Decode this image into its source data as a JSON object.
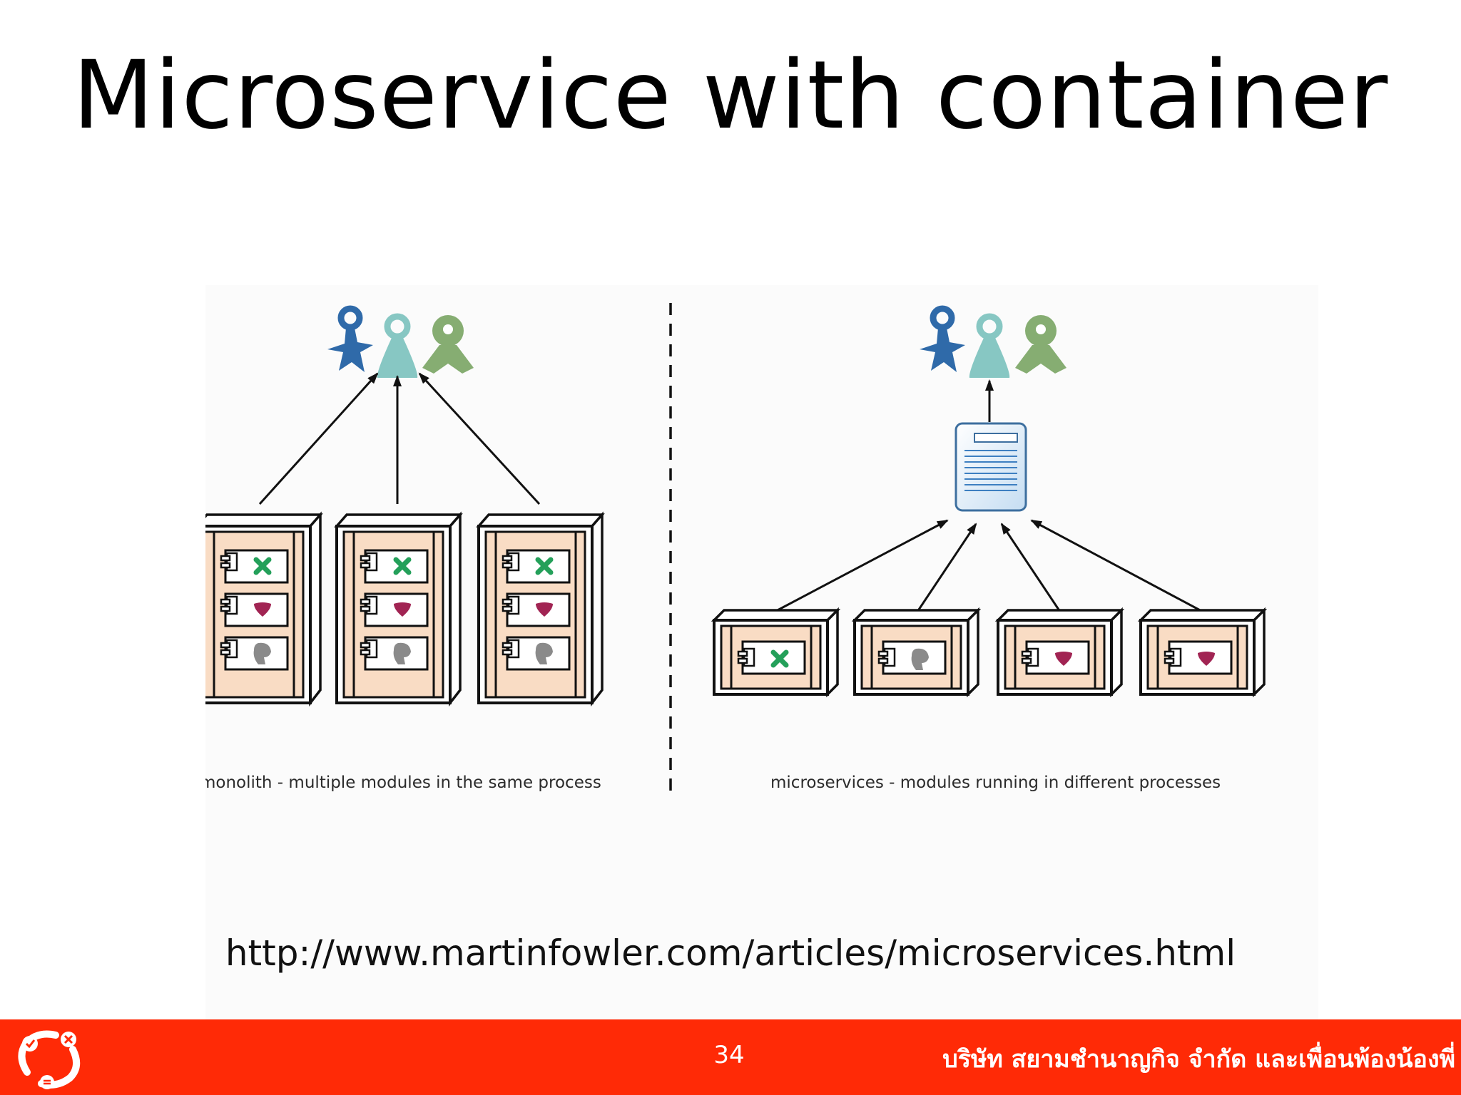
{
  "slide": {
    "title": "Microservice with container",
    "source_url": "http://www.martinfowler.com/articles/microservices.html"
  },
  "diagram": {
    "monolith_caption": "monolith - multiple modules in the same process",
    "microservices_caption": "microservices - modules running in different processes",
    "monolith_servers": [
      {
        "modules": [
          "green-x",
          "red-heart",
          "gray-blob"
        ]
      },
      {
        "modules": [
          "green-x",
          "red-heart",
          "gray-blob"
        ]
      },
      {
        "modules": [
          "green-x",
          "red-heart",
          "gray-blob"
        ]
      }
    ],
    "microservice_servers": [
      {
        "module": "green-x"
      },
      {
        "module": "gray-blob"
      },
      {
        "module": "red-heart"
      },
      {
        "module": "red-heart"
      }
    ],
    "colors": {
      "user_blue": "#2f6aa9",
      "user_teal": "#87c7c3",
      "user_green": "#86ad72",
      "server_fill": "#f9dcc4",
      "module_green": "#24a05a",
      "module_red": "#a12453",
      "module_gray": "#8a8a8a"
    }
  },
  "footer": {
    "page_number": "34",
    "company_name": "บริษัท สยามชำนาญกิจ จำกัด และเพื่อนพ้องน้องพี่",
    "background": "#ff2a06"
  }
}
